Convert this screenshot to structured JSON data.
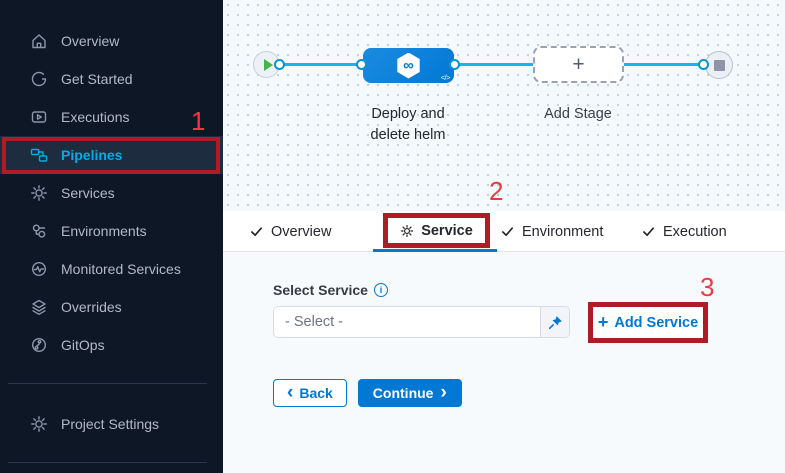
{
  "annotations": {
    "step_1": "1",
    "step_2": "2",
    "step_3": "3",
    "box_color": "#b01c26",
    "number_color": "#ee3a3f"
  },
  "sidebar": {
    "items": [
      {
        "label": "Overview",
        "icon": "home-icon"
      },
      {
        "label": "Get Started",
        "icon": "get-started-icon"
      },
      {
        "label": "Executions",
        "icon": "executions-icon"
      },
      {
        "label": "Pipelines",
        "icon": "pipelines-icon",
        "active": true
      },
      {
        "label": "Services",
        "icon": "services-icon"
      },
      {
        "label": "Environments",
        "icon": "environments-icon"
      },
      {
        "label": "Monitored Services",
        "icon": "monitored-services-icon"
      },
      {
        "label": "Overrides",
        "icon": "overrides-icon"
      },
      {
        "label": "GitOps",
        "icon": "gitops-icon"
      }
    ],
    "footer_item": {
      "label": "Project Settings",
      "icon": "gear-icon"
    },
    "active_item_color": "#00ade4",
    "background_color": "#0d1726"
  },
  "canvas": {
    "start_node": "start",
    "stage_label": "Deploy and delete helm",
    "stage_icon": "cd-infinity-icon",
    "add_stage_label": "Add Stage",
    "end_node": "stop",
    "connector_color": "#18b4f0",
    "stage_color": "#0278d5"
  },
  "tabs": [
    {
      "label": "Overview",
      "icon": "check-icon",
      "active": false
    },
    {
      "label": "Service",
      "icon": "gear-icon",
      "active": true
    },
    {
      "label": "Environment",
      "icon": "check-icon",
      "active": false
    },
    {
      "label": "Execution",
      "icon": "check-icon",
      "active": false
    }
  ],
  "form": {
    "select_label": "Select Service",
    "select_info_icon": "info-icon",
    "select_value": "- Select -",
    "pin_icon": "pin-icon",
    "add_service_label": "Add Service",
    "back_label": "Back",
    "continue_label": "Continue"
  },
  "colors": {
    "primary": "#0278d5",
    "canvas_bg": "#f3f9fc",
    "form_bg": "#f6fafd"
  }
}
